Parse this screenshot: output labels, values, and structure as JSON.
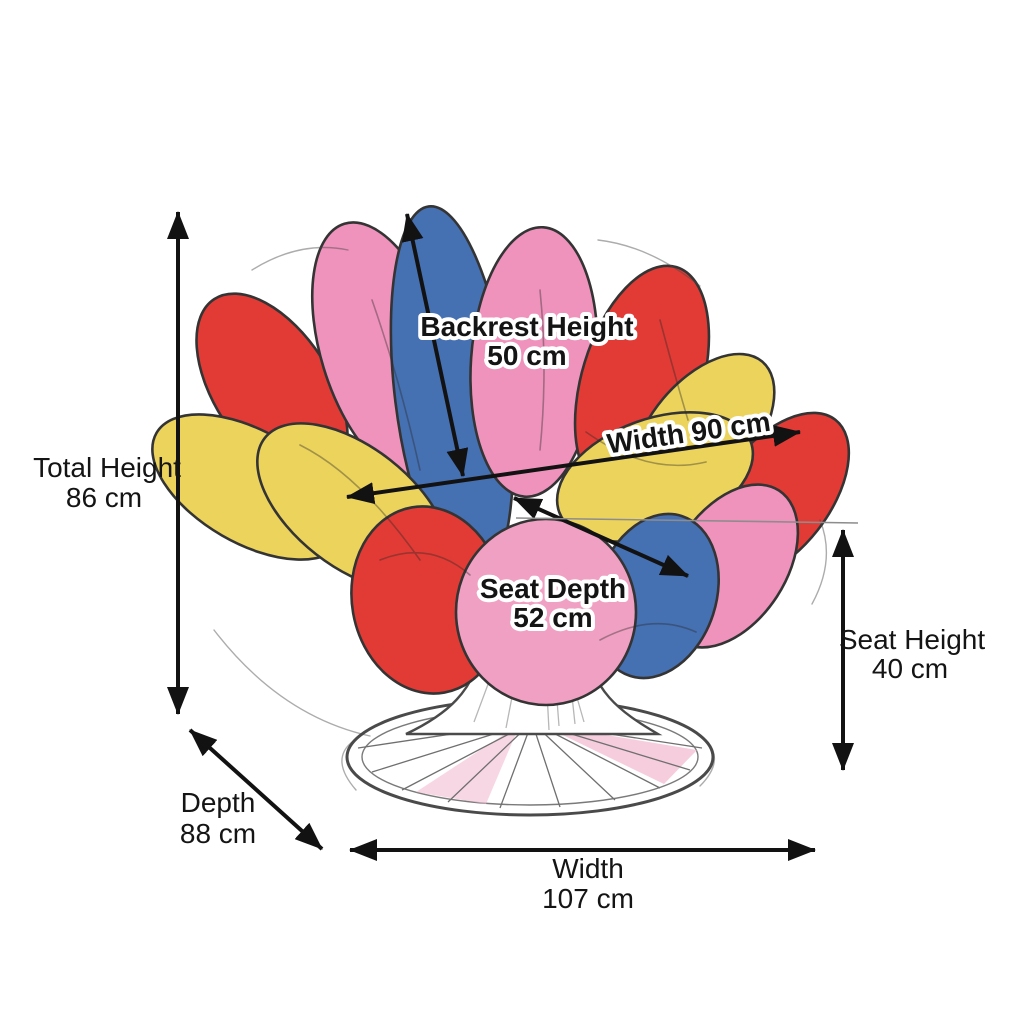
{
  "meta": {
    "title": "Petal swivel chair dimension diagram",
    "units": "cm"
  },
  "colors": {
    "red": "#e23b35",
    "pink": "#ef93bc",
    "pink_seat": "#f0a0c2",
    "blue": "#4570b2",
    "yellow": "#ecd35c",
    "base_pink": "#f3bcd2",
    "outline": "#343434",
    "arrow": "#121212",
    "guide": "#8d8d8d"
  },
  "dimensions": {
    "total_height": {
      "label": "Total Height",
      "value": "86 cm"
    },
    "backrest_height": {
      "label": "Backrest Height",
      "value": "50 cm"
    },
    "seat_width": {
      "label": "Width 90 cm"
    },
    "seat_depth": {
      "label": "Seat Depth",
      "value": "52 cm"
    },
    "seat_height": {
      "label": "Seat Height",
      "value": "40 cm"
    },
    "depth": {
      "label": "Depth",
      "value": "88 cm"
    },
    "overall_width": {
      "label": "Width",
      "value": "107 cm"
    }
  }
}
